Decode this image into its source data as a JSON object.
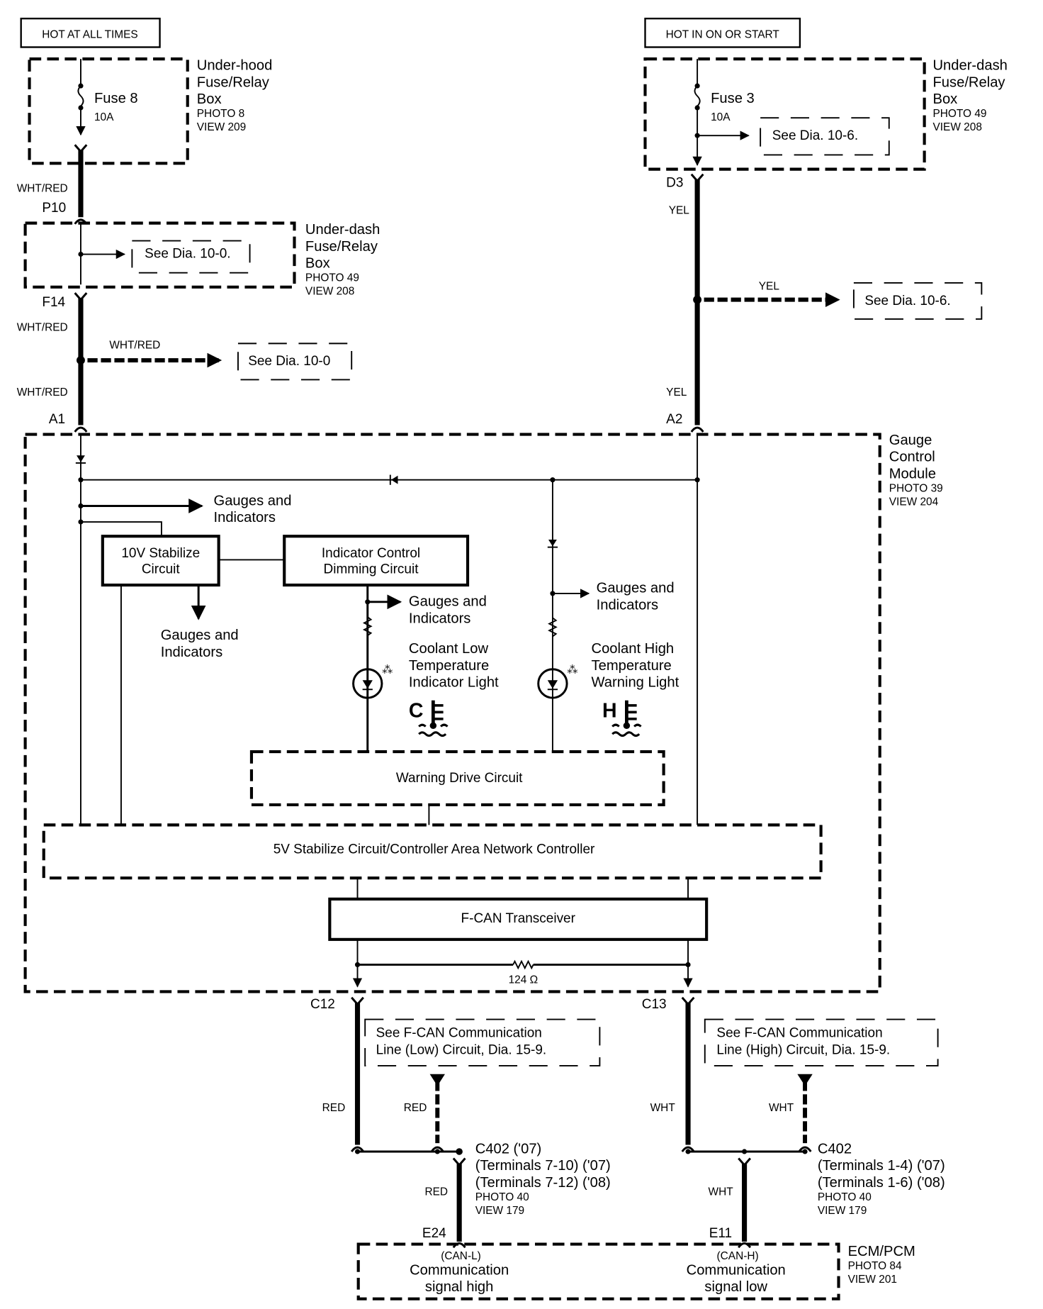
{
  "power_sources": {
    "left": "HOT AT ALL TIMES",
    "right": "HOT IN ON OR START"
  },
  "underhood_box": {
    "title_lines": [
      "Under-hood",
      "Fuse/Relay",
      "Box"
    ],
    "photo": "PHOTO 8",
    "view": "VIEW 209",
    "fuse_name": "Fuse 8",
    "fuse_rating": "10A"
  },
  "underdash_box_left": {
    "title_lines": [
      "Under-dash",
      "Fuse/Relay",
      "Box"
    ],
    "photo": "PHOTO 49",
    "view": "VIEW 208",
    "ref": "See Dia. 10-0."
  },
  "underdash_box_right": {
    "title_lines": [
      "Under-dash",
      "Fuse/Relay",
      "Box"
    ],
    "photo": "PHOTO 49",
    "view": "VIEW 208",
    "fuse_name": "Fuse 3",
    "fuse_rating": "10A",
    "ref": "See Dia. 10-6."
  },
  "left_feed": {
    "wire_color": "WHT/RED",
    "connectors": [
      "P10",
      "F14",
      "A1"
    ],
    "branch_wire_color": "WHT/RED",
    "branch_ref": "See Dia. 10-0"
  },
  "right_feed": {
    "wire_color": "YEL",
    "connectors": [
      "D3",
      "A2"
    ],
    "branch_wire_color": "YEL",
    "branch_ref": "See Dia. 10-6."
  },
  "gauge_module": {
    "title_lines": [
      "Gauge",
      "Control",
      "Module"
    ],
    "photo": "PHOTO 39",
    "view": "VIEW 204",
    "gauges_indicators": [
      "Gauges and",
      "Indicators"
    ],
    "stabilize_10v": [
      "10V Stabilize",
      "Circuit"
    ],
    "indicator_control": [
      "Indicator Control",
      "Dimming Circuit"
    ],
    "coolant_low": [
      "Coolant Low",
      "Temperature",
      "Indicator Light"
    ],
    "coolant_low_symbol": "C",
    "coolant_high": [
      "Coolant High",
      "Temperature",
      "Warning Light"
    ],
    "coolant_high_symbol": "H",
    "warning_drive": "Warning Drive Circuit",
    "stabilize_5v": "5V Stabilize Circuit/Controller Area Network Controller",
    "fcan_transceiver": "F-CAN Transceiver",
    "terminator": "124 Ω"
  },
  "can_low": {
    "connector": "C12",
    "wire_color": "RED",
    "ref_lines": [
      "See F-CAN Communication",
      "Line (Low) Circuit, Dia. 15-9."
    ],
    "junction_lines": [
      "C402 ('07)",
      "(Terminals 7-10) ('07)",
      "(Terminals 7-12) ('08)"
    ],
    "junction_photo": "PHOTO 40",
    "junction_view": "VIEW 179",
    "ecm_connector": "E24"
  },
  "can_high": {
    "connector": "C13",
    "wire_color": "WHT",
    "ref_lines": [
      "See F-CAN Communication",
      "Line (High) Circuit, Dia. 15-9."
    ],
    "junction_lines": [
      "C402",
      "(Terminals 1-4) ('07)",
      "(Terminals 1-6) ('08)"
    ],
    "junction_photo": "PHOTO 40",
    "junction_view": "VIEW 179",
    "ecm_connector": "E11"
  },
  "ecm": {
    "title": "ECM/PCM",
    "photo": "PHOTO 84",
    "view": "VIEW 201",
    "can_l": [
      "(CAN-L)",
      "Communication",
      "signal high"
    ],
    "can_h": [
      "(CAN-H)",
      "Communication",
      "signal low"
    ]
  }
}
